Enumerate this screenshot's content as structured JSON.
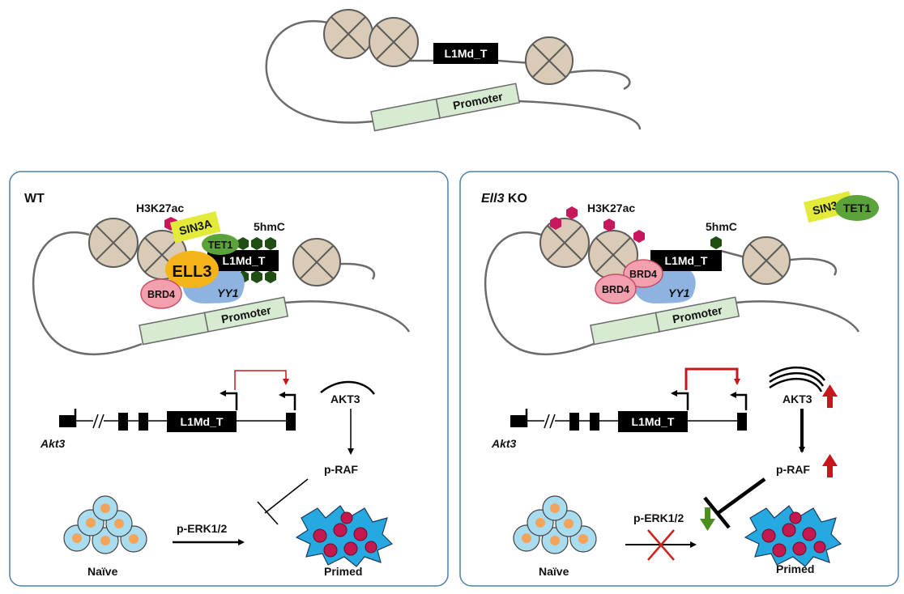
{
  "top": {
    "element_label": "L1Md_T",
    "promoter_label": "Promoter"
  },
  "wt": {
    "title": "WT",
    "h3k27ac": "H3K27ac",
    "hmc": "5hmC",
    "sin3a": "SIN3A",
    "tet1": "TET1",
    "ell3": "ELL3",
    "yy1": "YY1",
    "brd4": "BRD4",
    "element_label": "L1Md_T",
    "promoter_label": "Promoter",
    "gene_name": "Akt3",
    "gene_element": "L1Md_T",
    "akt3": "AKT3",
    "praf": "p-RAF",
    "perk": "p-ERK1/2",
    "naive": "Naïve",
    "primed": "Primed"
  },
  "ko": {
    "title_italic": "Ell3",
    "title_rest": " KO",
    "h3k27ac": "H3K27ac",
    "hmc": "5hmC",
    "sin3a": "SIN3A",
    "tet1": "TET1",
    "yy1": "YY1",
    "brd4_a": "BRD4",
    "brd4_b": "BRD4",
    "element_label": "L1Md_T",
    "promoter_label": "Promoter",
    "gene_name": "Akt3",
    "gene_element": "L1Md_T",
    "akt3": "AKT3",
    "praf": "p-RAF",
    "perk": "p-ERK1/2",
    "naive": "Naïve",
    "primed": "Primed"
  },
  "colors": {
    "panel_border": "#4f7ea8",
    "nucleosome": "#d9cbb5",
    "promoter": "#d7ead2",
    "sin3a": "#e3ea3a",
    "tet1": "#5aa23a",
    "ell3": "#f6b31a",
    "yy1": "#8fb3e0",
    "brd4": "#f3a0ae",
    "h3k27ac_mark": "#c8175c",
    "hmc_mark": "#1f4d14",
    "up_arrow": "#c8161d",
    "down_arrow": "#4d8f1e",
    "cell_naive": "#a9dcef",
    "cell_primed": "#25a9e0",
    "nucleus_naive": "#f4a45a",
    "nucleus_primed": "#c4194f"
  }
}
